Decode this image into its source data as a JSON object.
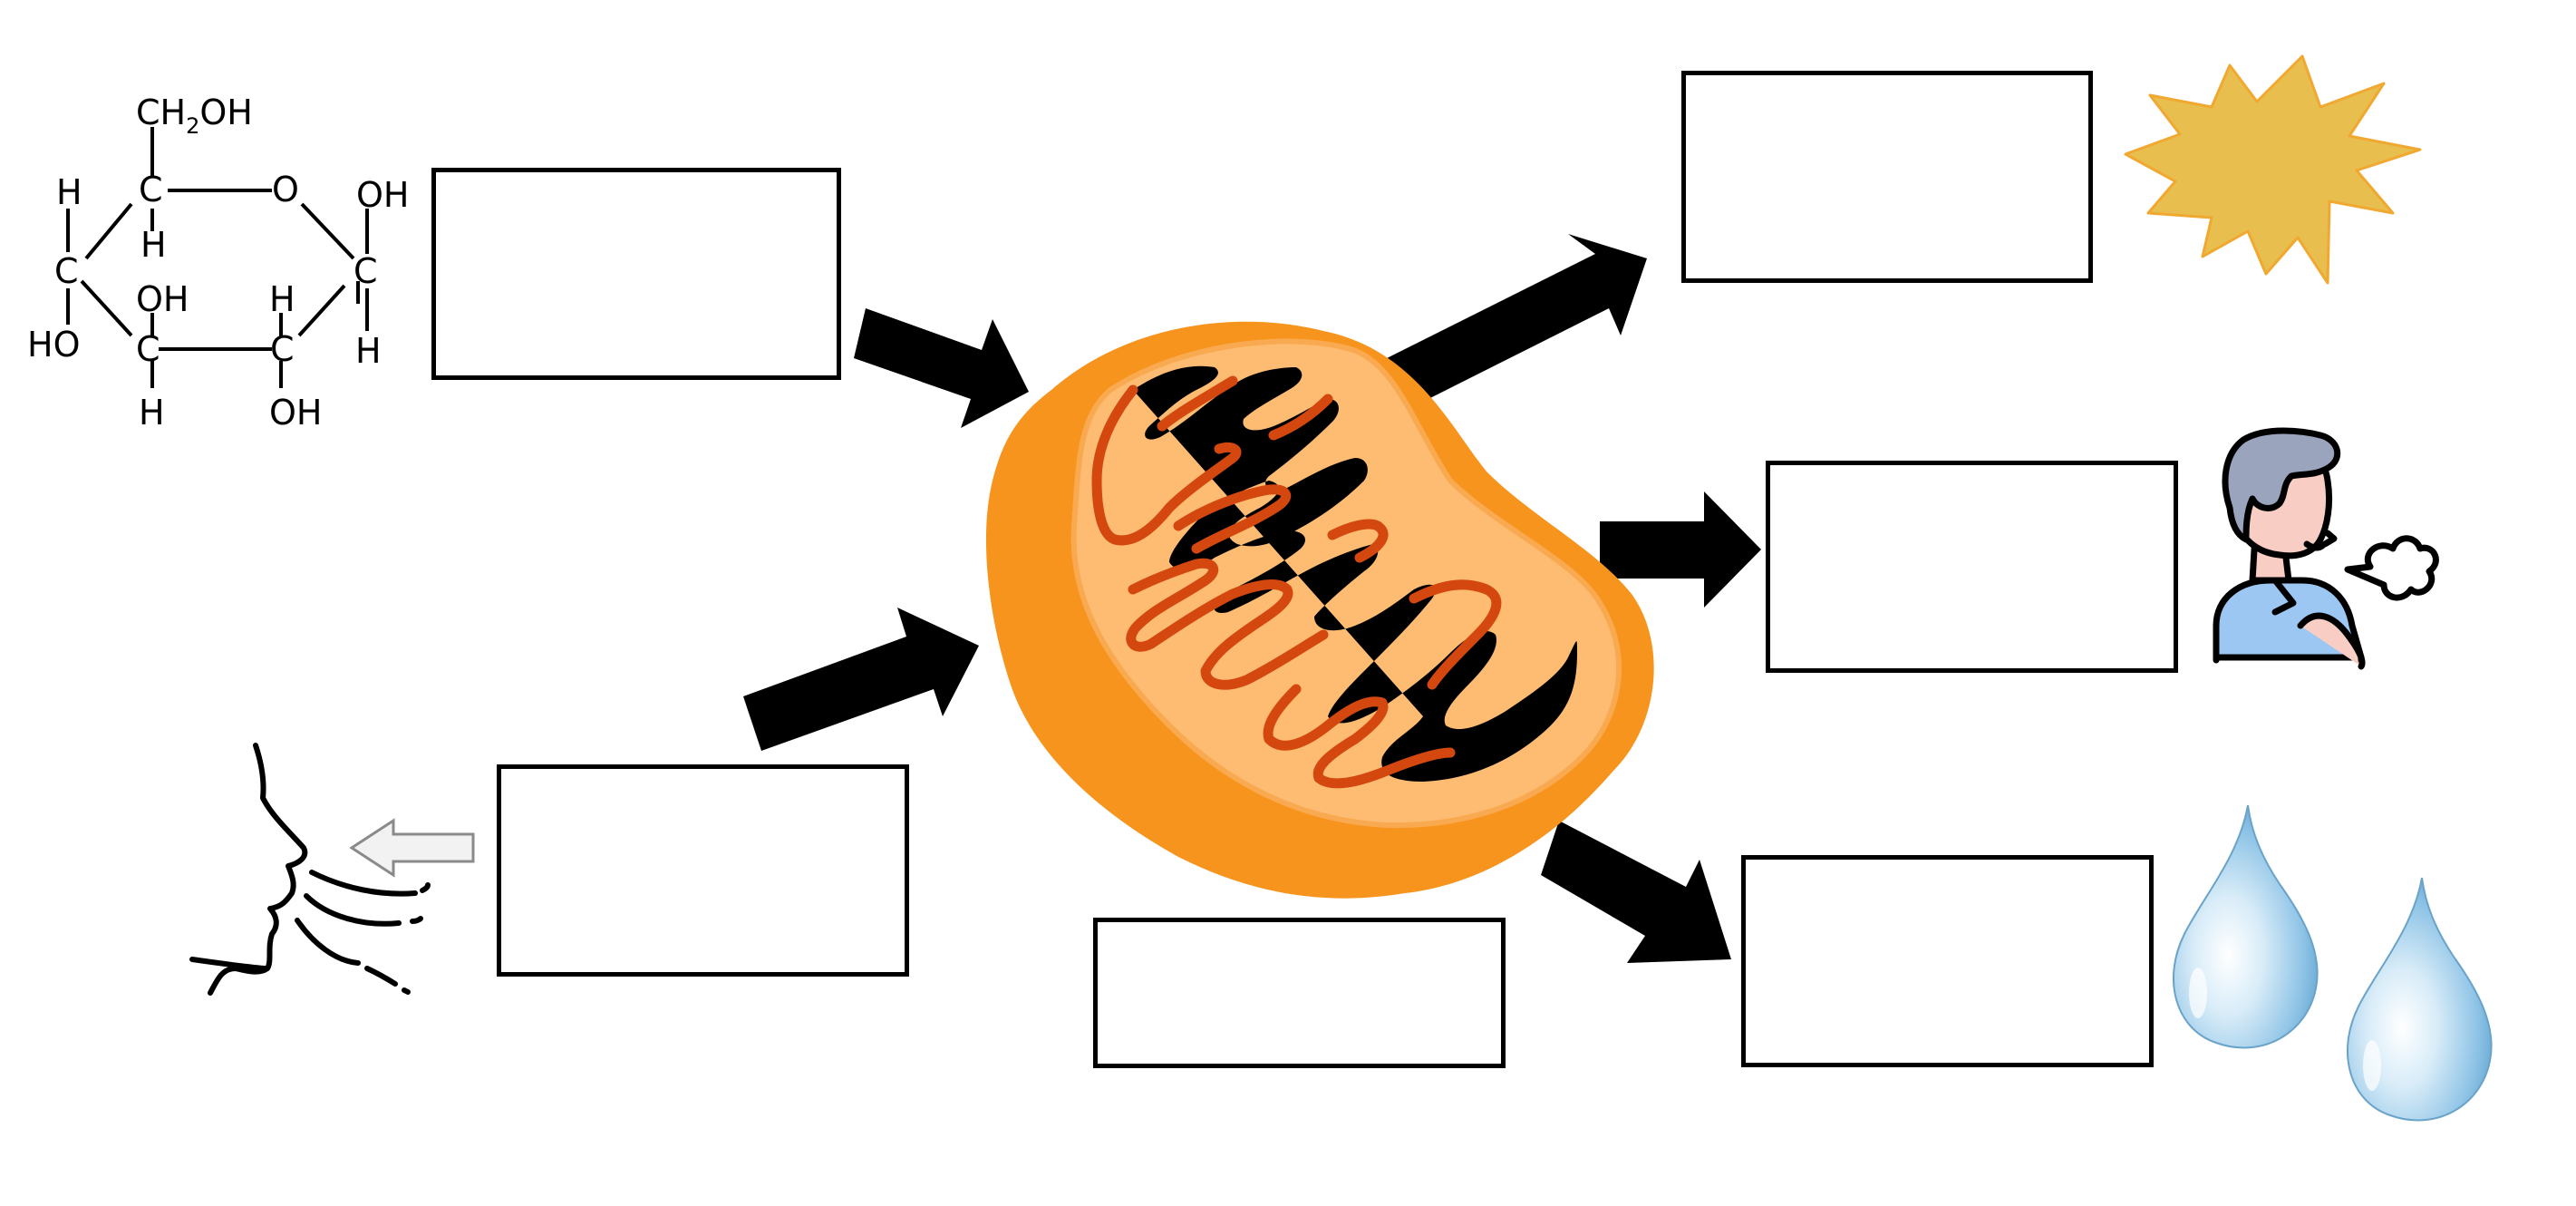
{
  "glucose": {
    "ch2oh_prefix": "CH",
    "ch2oh_sub": "2",
    "ch2oh_suffix": "OH",
    "atoms": {
      "c": "C",
      "o": "O",
      "h": "H",
      "oh": "OH",
      "ho": "HO"
    }
  },
  "answer_boxes": {
    "glucose_input": "",
    "oxygen_input": "",
    "energy_output": "",
    "carbon_dioxide_output": "",
    "water_output": "",
    "organelle_label": ""
  },
  "colors": {
    "mitochondrion_outer": "#F7941D",
    "mitochondrion_inner": "#FDBC72",
    "cristae": "#D4470F",
    "sunburst": "#E8BE4F",
    "sunburst_stroke": "#F0A830",
    "water_drop": "#8EC3E6",
    "person_hair": "#9AA5BD",
    "person_skin": "#F8CEC4",
    "person_shirt": "#9CC7F2",
    "arrow": "#000000",
    "inhale_arrow": "#F2F2F2"
  },
  "icons": [
    "glucose-structure-icon",
    "inhale-face-icon",
    "sunburst-icon",
    "exhaling-person-icon",
    "water-drops-icon",
    "mitochondrion-icon"
  ]
}
